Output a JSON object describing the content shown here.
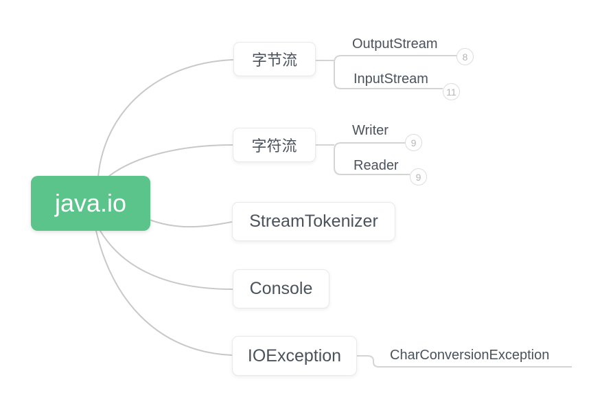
{
  "colors": {
    "root_background": "#5bc48a",
    "root_text": "#ffffff",
    "node_text": "#4a525c",
    "node_border": "#e9e9e9",
    "connector": "#c8c8c8",
    "child_line": "#d4d4d4",
    "badge_border": "#dcdcdc",
    "badge_text": "#b5b5b5"
  },
  "mindmap": {
    "root": {
      "label": "java.io"
    },
    "branches": [
      {
        "label": "字节流",
        "children": [
          {
            "label": "OutputStream",
            "badge": "8"
          },
          {
            "label": "InputStream",
            "badge": "11"
          }
        ]
      },
      {
        "label": "字符流",
        "children": [
          {
            "label": "Writer",
            "badge": "9"
          },
          {
            "label": "Reader",
            "badge": "9"
          }
        ]
      },
      {
        "label": "StreamTokenizer",
        "children": []
      },
      {
        "label": "Console",
        "children": []
      },
      {
        "label": "IOException",
        "children": [
          {
            "label": "CharConversionException"
          }
        ]
      }
    ]
  }
}
